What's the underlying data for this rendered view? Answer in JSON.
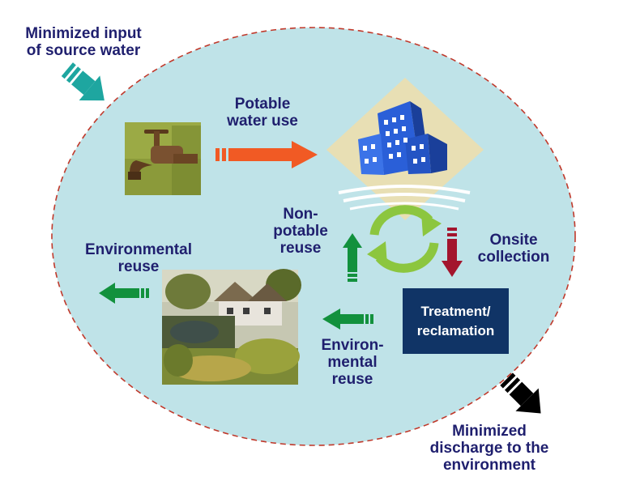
{
  "colors": {
    "ellipse_fill": "#bfe3e8",
    "ellipse_border": "#c0392b",
    "title_text": "#1f1f6e",
    "box_fill": "#103466",
    "box_text": "#ffffff",
    "teal_arrow": "#1ea6a0",
    "red_arrow": "#f15a24",
    "green_arrow": "#12913d",
    "dark_red_arrow": "#a3152d",
    "black_arrow": "#000000",
    "cycle_green": "#8cc63f",
    "building_blue": "#2a5fd8"
  },
  "labels": {
    "min_input": [
      "Minimized input",
      "of source water"
    ],
    "potable": [
      "Potable",
      "water use"
    ],
    "non_potable": [
      "Non-",
      "potable",
      "reuse"
    ],
    "onsite": [
      "Onsite",
      "collection"
    ],
    "env_reuse_left": [
      "Environmental",
      "reuse"
    ],
    "env_reuse_mid": [
      "Environ-",
      "mental",
      "reuse"
    ],
    "min_discharge": [
      "Minimized",
      "discharge to the",
      "environment"
    ],
    "treatment": [
      "Treatment/",
      "reclamation"
    ]
  },
  "icons": {
    "faucet": "faucet-photo",
    "buildings": "city-buildings-icon",
    "cycle": "recycle-arrows-icon",
    "house": "house-pond-photo"
  }
}
